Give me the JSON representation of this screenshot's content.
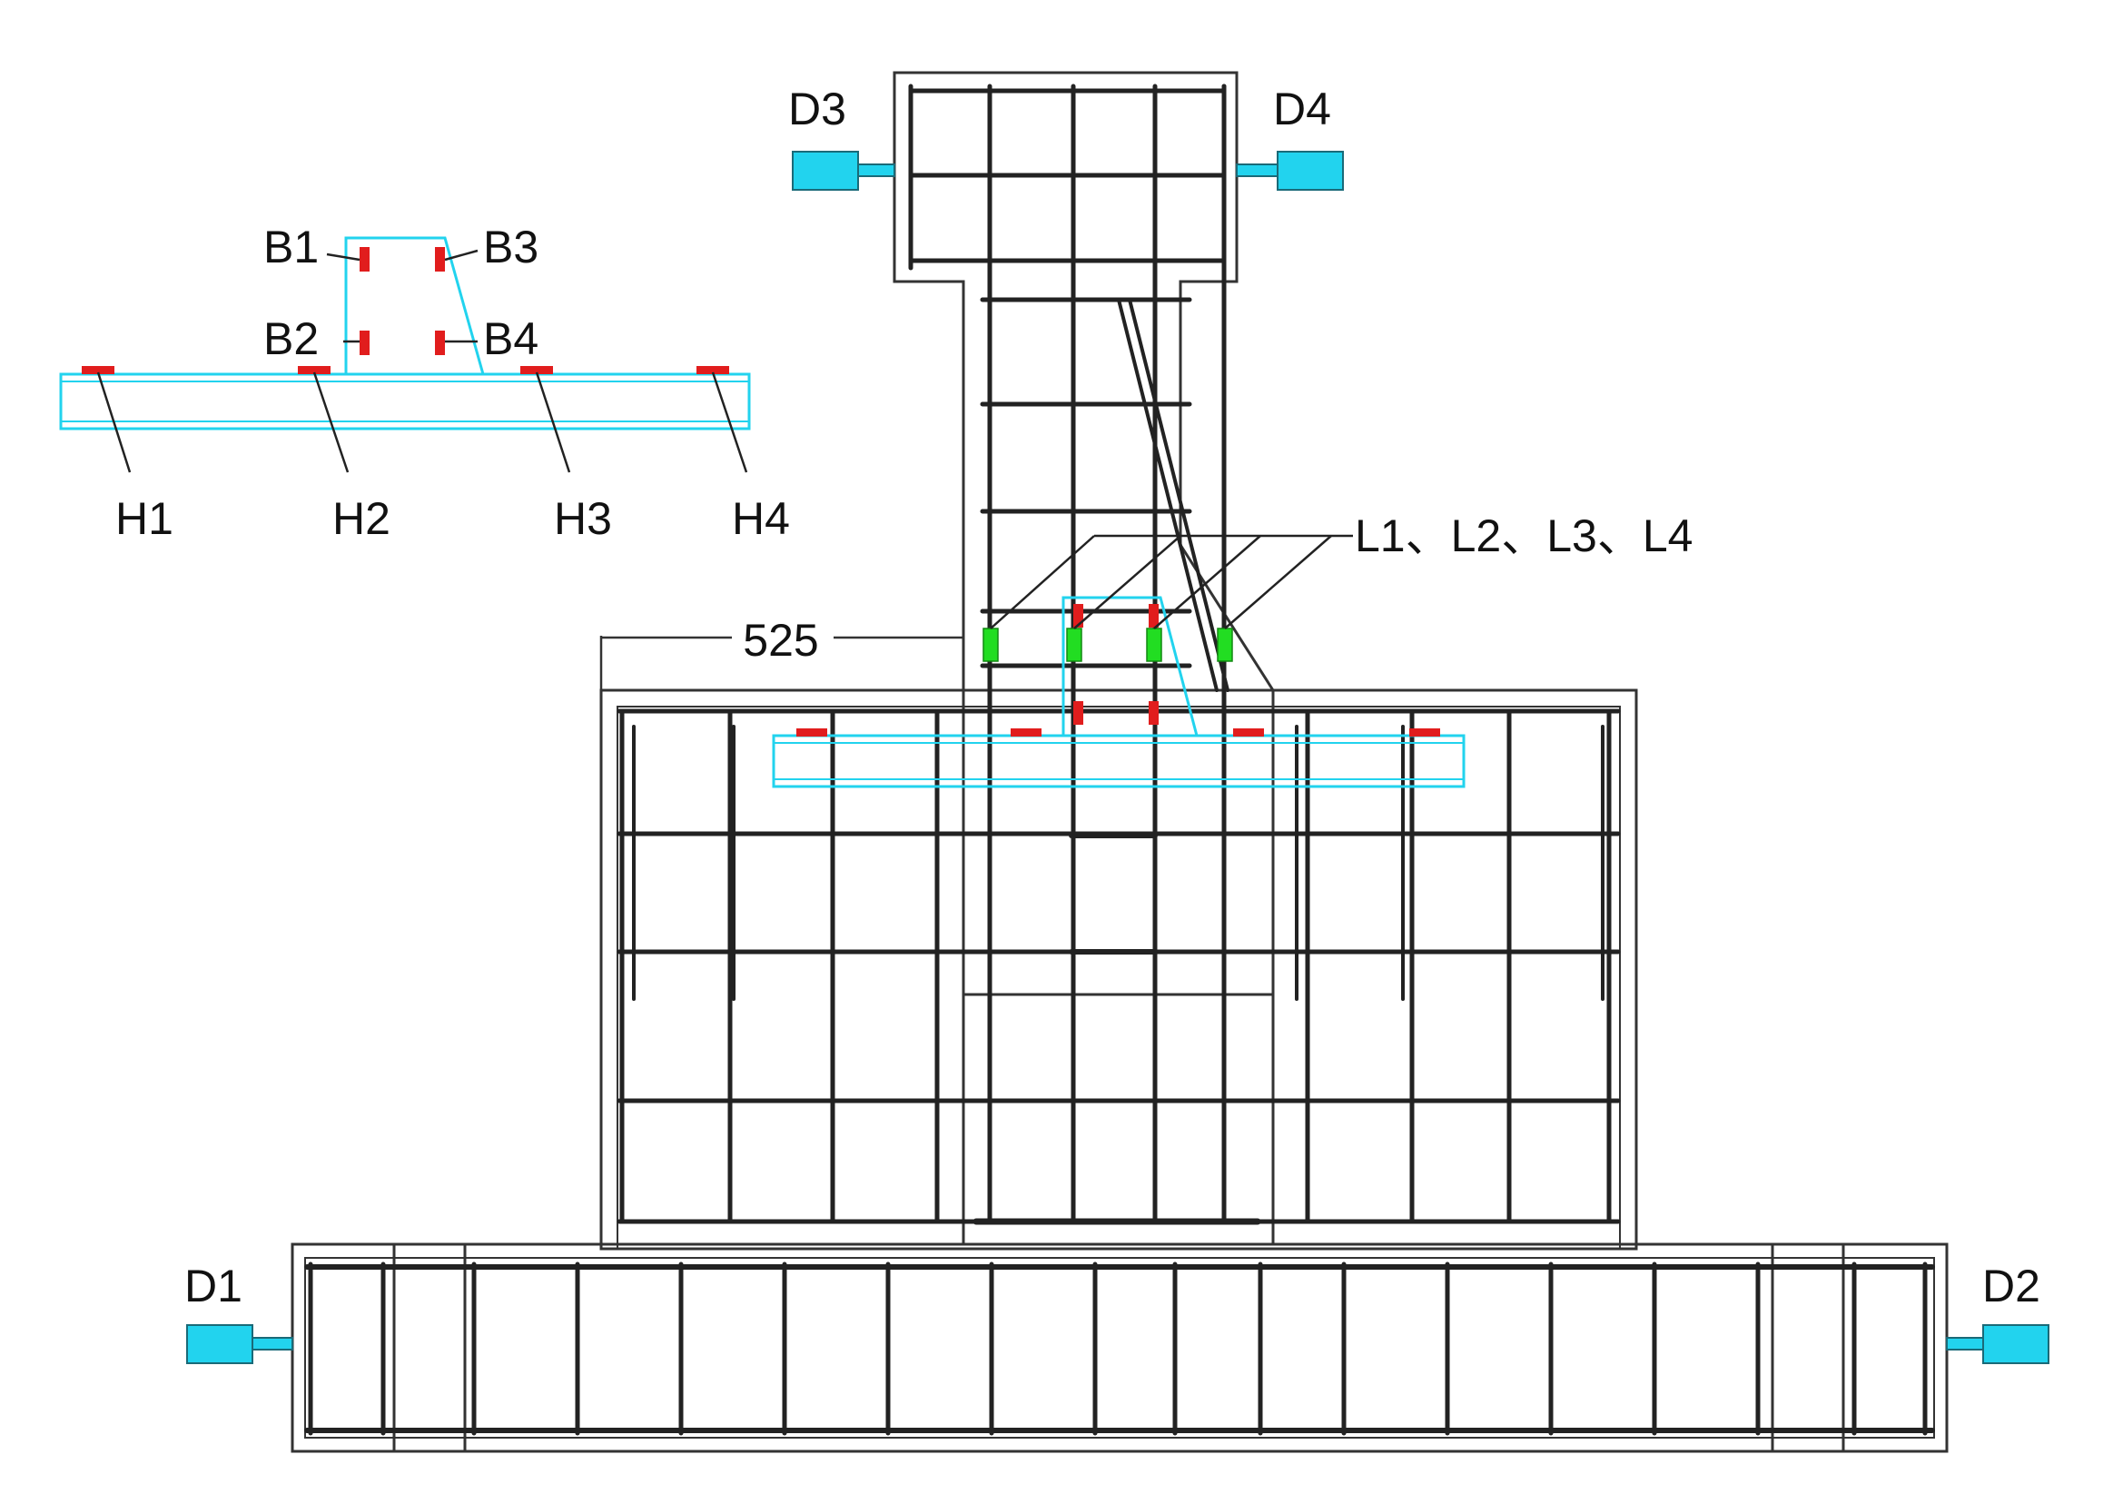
{
  "labels": {
    "d1": "D1",
    "d2": "D2",
    "d3": "D3",
    "d4": "D4",
    "b1": "B1",
    "b2": "B2",
    "b3": "B3",
    "b4": "B4",
    "h1": "H1",
    "h2": "H2",
    "h3": "H3",
    "h4": "H4",
    "l_group": "L1、L2、L3、L4",
    "dimension": "525"
  },
  "colors": {
    "rebar": "#222222",
    "outline": "#333333",
    "steel_plate": "#22d3ee",
    "gauge_red": "#e11d1d",
    "gauge_green": "#22dd22",
    "actuator_fill": "#22d3ee"
  },
  "icons": {
    "actuator": "displacement-sensor-icon",
    "strain_gauge": "strain-gauge-icon"
  }
}
